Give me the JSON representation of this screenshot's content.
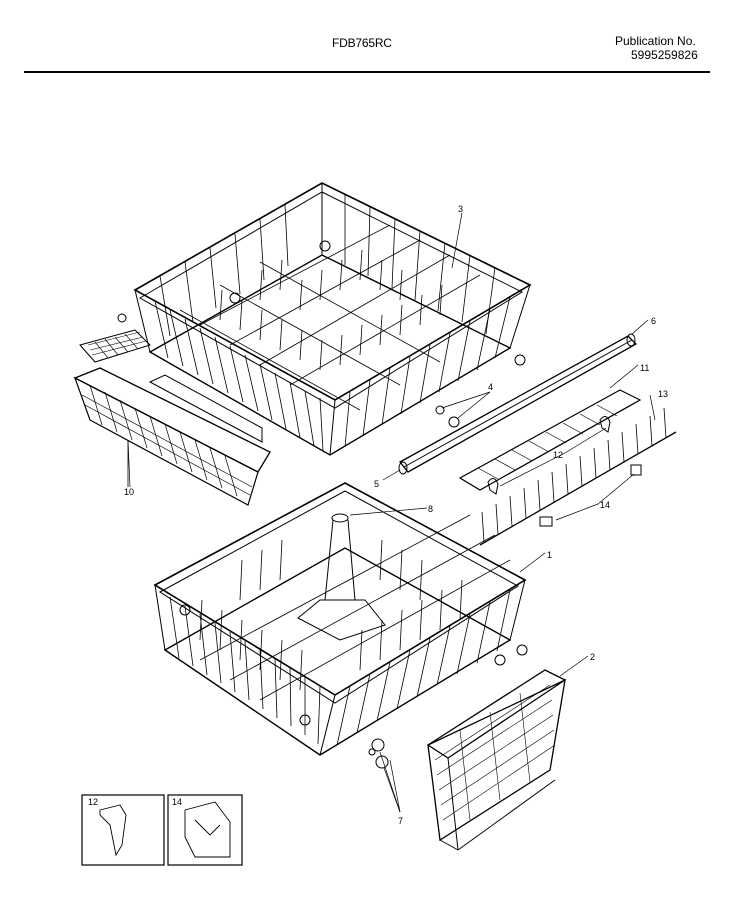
{
  "header": {
    "model": "FDB765RC",
    "publication_label": "Publication No.",
    "publication_number": "5995259826"
  },
  "callouts": {
    "c1": "1",
    "c2": "2",
    "c3": "3",
    "c4": "4",
    "c5": "5",
    "c6": "6",
    "c7": "7",
    "c8": "8",
    "c10": "10",
    "c11": "11",
    "c12": "12",
    "c13": "13",
    "c14": "14"
  },
  "insets": {
    "left_label": "12",
    "right_label": "14"
  }
}
